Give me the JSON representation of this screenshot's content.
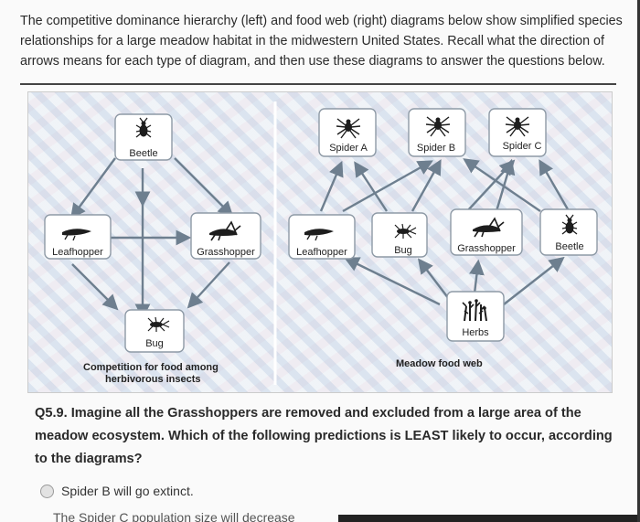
{
  "intro_text": "The competitive dominance hierarchy (left) and food web (right) diagrams below show simplified species relationships for a large meadow habitat in the midwestern United States. Recall what the direction of arrows means for each type of diagram, and then use these diagrams to answer the questions below.",
  "left_diagram": {
    "nodes": {
      "beetle": "Beetle",
      "leafhopper": "Leafhopper",
      "grasshopper": "Grasshopper",
      "bug": "Bug"
    },
    "caption_line1": "Competition for food among",
    "caption_line2": "herbivorous insects"
  },
  "right_diagram": {
    "nodes": {
      "spider_a": "Spider A",
      "spider_b": "Spider B",
      "spider_c": "Spider C",
      "leafhopper": "Leafhopper",
      "bug": "Bug",
      "grasshopper": "Grasshopper",
      "beetle": "Beetle",
      "herbs": "Herbs"
    },
    "caption": "Meadow food web"
  },
  "question": "Q5.9. Imagine all the Grasshoppers are removed and excluded from a large area of the meadow ecosystem. Which of the following predictions is LEAST likely to occur, according to the diagrams?",
  "options": [
    "Spider B will go extinct.",
    "The Spider C population size will decrease"
  ],
  "icons": {
    "beetle": "beetle-icon",
    "leafhopper": "leafhopper-icon",
    "grasshopper": "grasshopper-icon",
    "bug": "bug-icon",
    "spider": "spider-icon",
    "herbs": "herbs-icon"
  },
  "colors": {
    "arrow": "#6e7f8f",
    "card": "#ffffff",
    "card_border": "#8e9aa6"
  }
}
